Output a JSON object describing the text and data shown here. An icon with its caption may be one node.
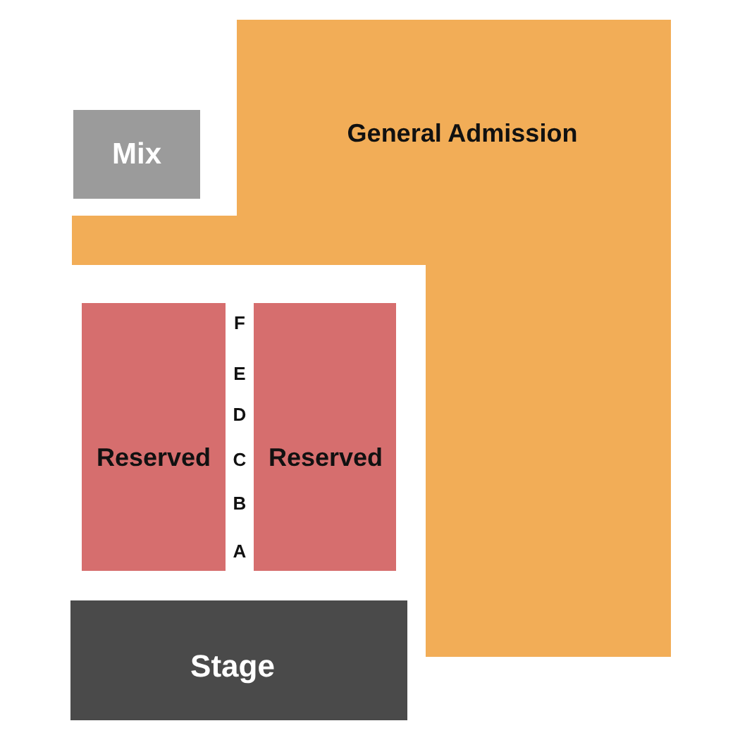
{
  "diagram": {
    "nodes": [
      {
        "text": [
          "General Admission"
        ]
      },
      {
        "text": [
          "Mix"
        ]
      },
      {
        "text": [
          "Reserved"
        ]
      },
      {
        "text": [
          "Reserved"
        ]
      },
      {
        "text": [
          "Stage"
        ]
      }
    ],
    "labels": [
      "F",
      "E",
      "D",
      "C",
      "B",
      "A"
    ]
  }
}
